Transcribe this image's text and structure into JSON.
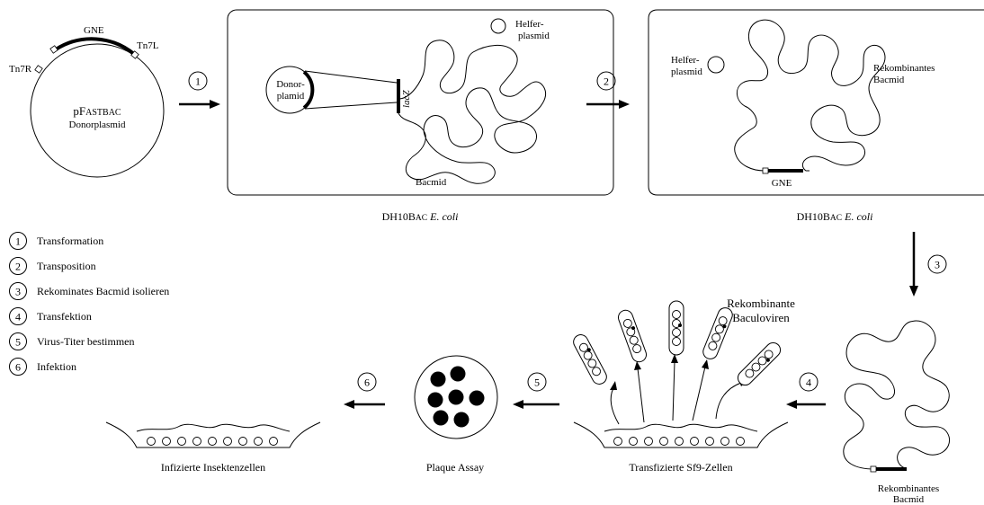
{
  "plasmid": {
    "name_main": "pF",
    "name_smallcaps": "ASTBAC",
    "subtitle": "Donorplasmid",
    "gene": "GNE",
    "tn7l": "Tn7L",
    "tn7r": "Tn7R"
  },
  "cell1": {
    "donor_line1": "Donor-",
    "donor_line2": "plamid",
    "lacz": "lacZ",
    "helper_line1": "Helfer-",
    "helper_line2": "plasmid",
    "bacmid": "Bacmid",
    "caption_strain": "DH10B",
    "caption_smallcaps": "AC",
    "caption_species": "E. coli"
  },
  "cell2": {
    "helper_line1": "Helfer-",
    "helper_line2": "plasmid",
    "recomb_line1": "Rekombinantes",
    "recomb_line2": "Bacmid",
    "gene": "GNE",
    "caption_strain": "DH10B",
    "caption_smallcaps": "AC",
    "caption_species": "E. coli"
  },
  "step_numbers": [
    "1",
    "2",
    "3",
    "4",
    "5",
    "6"
  ],
  "legend": [
    {
      "num": "1",
      "label": "Transformation"
    },
    {
      "num": "2",
      "label": "Transposition"
    },
    {
      "num": "3",
      "label": "Rekominates Bacmid isolieren"
    },
    {
      "num": "4",
      "label": "Transfektion"
    },
    {
      "num": "5",
      "label": "Virus-Titer bestimmen"
    },
    {
      "num": "6",
      "label": "Infektion"
    }
  ],
  "bottom": {
    "bacmid_line1": "Rekombinantes",
    "bacmid_line2": "Bacmid",
    "viruses_line1": "Rekombinante",
    "viruses_line2": "Baculoviren",
    "transfected": "Transfizierte Sf9-Zellen",
    "plaque": "Plaque Assay",
    "infected": "Infizierte Insektenzellen"
  }
}
